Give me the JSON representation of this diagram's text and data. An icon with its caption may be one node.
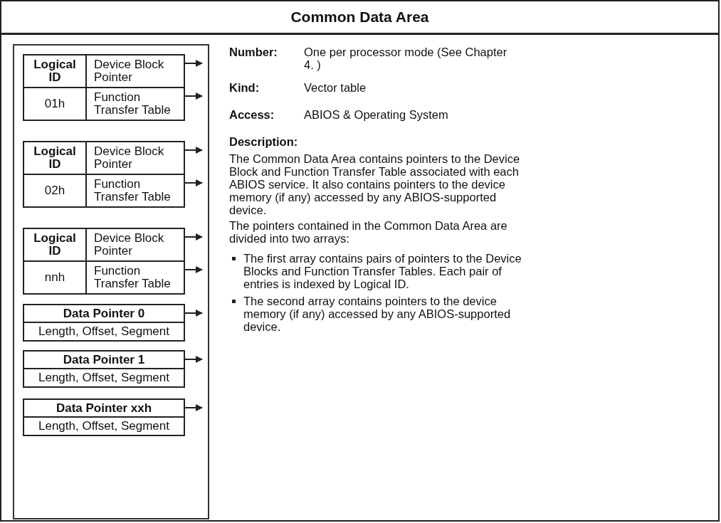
{
  "diagram": {
    "title": "Common Data Area",
    "nodes": [
      {
        "text": [],
        "shape": "box"
      },
      {
        "text": [
          "Logical ID"
        ],
        "in": 0
      },
      {
        "text": [
          "Device Block Pointer"
        ],
        "in": 0
      },
      {
        "text": [
          "01h"
        ],
        "in": 0
      },
      {
        "text": [
          "Function Transfer Table"
        ],
        "in": 0
      },
      {
        "text": [
          "Logical ID"
        ],
        "in": 0
      },
      {
        "text": [
          "Device Block Pointer"
        ],
        "in": 0
      },
      {
        "text": [
          "02h"
        ],
        "in": 0
      },
      {
        "text": [
          "Function Transfer Table"
        ],
        "in": 0
      },
      {
        "text": [
          "Logical ID"
        ],
        "in": 0
      },
      {
        "text": [
          "Device Block Pointer"
        ],
        "in": 0
      },
      {
        "text": [
          "nnh"
        ],
        "in": 0
      },
      {
        "text": [
          "Function Transfer Table"
        ],
        "in": 0
      },
      {
        "text": [
          "Data Pointer 0"
        ],
        "in": 0
      },
      {
        "text": [
          "Length, Offset, Segment"
        ],
        "in": 0
      },
      {
        "text": [
          "Data Pointer 1"
        ],
        "in": 0
      },
      {
        "text": [
          "Length, Offset, Segment"
        ],
        "in": 0
      },
      {
        "text": [
          "Data Pointer xxh"
        ],
        "in": 0
      },
      {
        "text": [
          "Length, Offset, Segment"
        ],
        "in": 0
      }
    ],
    "edges": [
      {
        "from": 2,
        "to": null,
        "arrow": "to"
      },
      {
        "from": 4,
        "to": null,
        "arrow": "to"
      },
      {
        "from": 6,
        "to": null,
        "arrow": "to"
      },
      {
        "from": 8,
        "to": null,
        "arrow": "to"
      },
      {
        "from": 10,
        "to": null,
        "arrow": "to"
      },
      {
        "from": 12,
        "to": null,
        "arrow": "to"
      },
      {
        "from": 13,
        "to": null,
        "arrow": "to"
      },
      {
        "from": 15,
        "to": null,
        "arrow": "to"
      },
      {
        "from": 17,
        "to": null,
        "arrow": "to"
      }
    ],
    "labels": [
      "Number:",
      "One per processor mode (See Chapter 4. )",
      "Kind:",
      "Vector table",
      "Access:",
      "ABIOS & Operating System",
      "Description:",
      "The Common Data Area contains pointers to the Device Block and Function Transfer Table associated with each ABIOS service. It also contains pointers to the device memory (if any) accessed by any ABIOS-supported device.",
      "The pointers contained in the Common Data Area are divided into two arrays:",
      "The first array contains pairs of pointers to the Device Blocks and Function Transfer Tables. Each pair of entries is indexed by Logical ID.",
      "The second array contains pointers to the device memory (if any) accessed by any ABIOS-supported device."
    ]
  }
}
